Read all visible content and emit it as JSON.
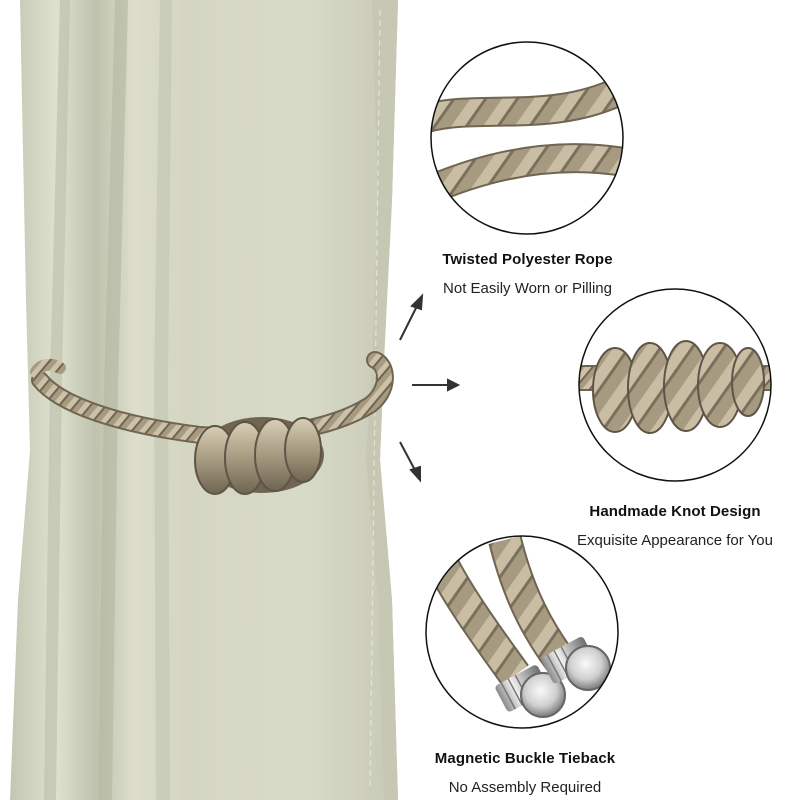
{
  "features": [
    {
      "title": "Twisted Polyester Rope",
      "subtitle": "Not Easily Worn or Pilling",
      "icon": "twisted-rope-closeup"
    },
    {
      "title": "Handmade Knot Design",
      "subtitle": "Exquisite Appearance for You",
      "icon": "knot-closeup"
    },
    {
      "title": "Magnetic Buckle Tieback",
      "subtitle": "No Assembly Required",
      "icon": "magnetic-buckle-closeup"
    }
  ],
  "colors": {
    "curtain": "#d6d8c6",
    "curtain_shadow": "#b8bba6",
    "rope": "#a69a80",
    "rope_dark": "#6f6552",
    "rope_light": "#d8cfb6",
    "metal": "#c9c9c9"
  }
}
